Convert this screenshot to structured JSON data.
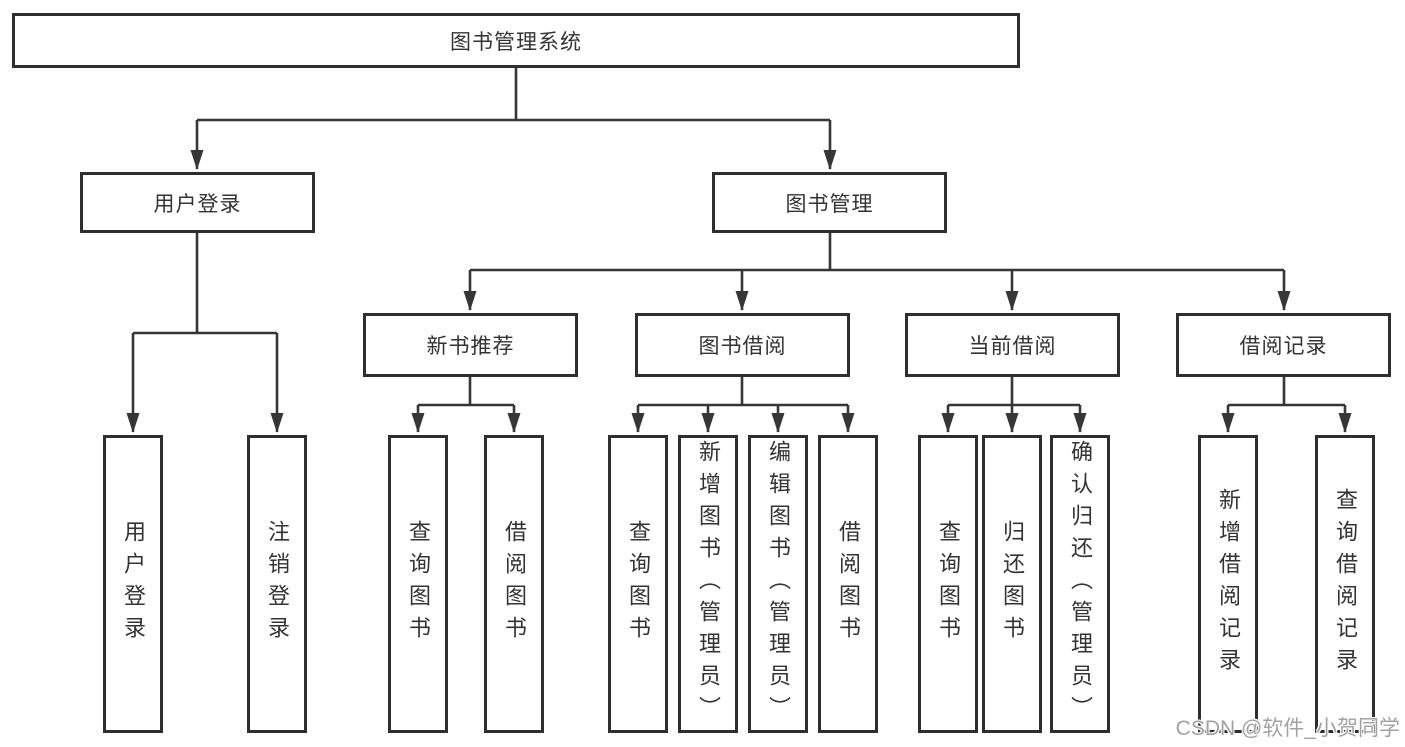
{
  "diagram": {
    "root": {
      "label": "图书管理系统"
    },
    "branches": [
      {
        "label": "用户登录",
        "children": [
          {
            "label": "用户登录"
          },
          {
            "label": "注销登录"
          }
        ]
      },
      {
        "label": "图书管理",
        "children": [
          {
            "label": "新书推荐",
            "children": [
              {
                "label": "查询图书"
              },
              {
                "label": "借阅图书"
              }
            ]
          },
          {
            "label": "图书借阅",
            "children": [
              {
                "label": "查询图书"
              },
              {
                "label": "新增图书（管理员）"
              },
              {
                "label": "编辑图书（管理员）"
              },
              {
                "label": "借阅图书"
              }
            ]
          },
          {
            "label": "当前借阅",
            "children": [
              {
                "label": "查询图书"
              },
              {
                "label": "归还图书"
              },
              {
                "label": "确认归还（管理员）"
              }
            ]
          },
          {
            "label": "借阅记录",
            "children": [
              {
                "label": "新增借阅记录"
              },
              {
                "label": "查询借阅记录"
              }
            ]
          }
        ]
      }
    ],
    "watermark": "CSDN @软件_小贺同学",
    "colors": {
      "line": "#363636",
      "box_border": "#2e2e2e",
      "text": "#333333",
      "watermark": "#a2a2a2",
      "background": "#ffffff"
    }
  }
}
